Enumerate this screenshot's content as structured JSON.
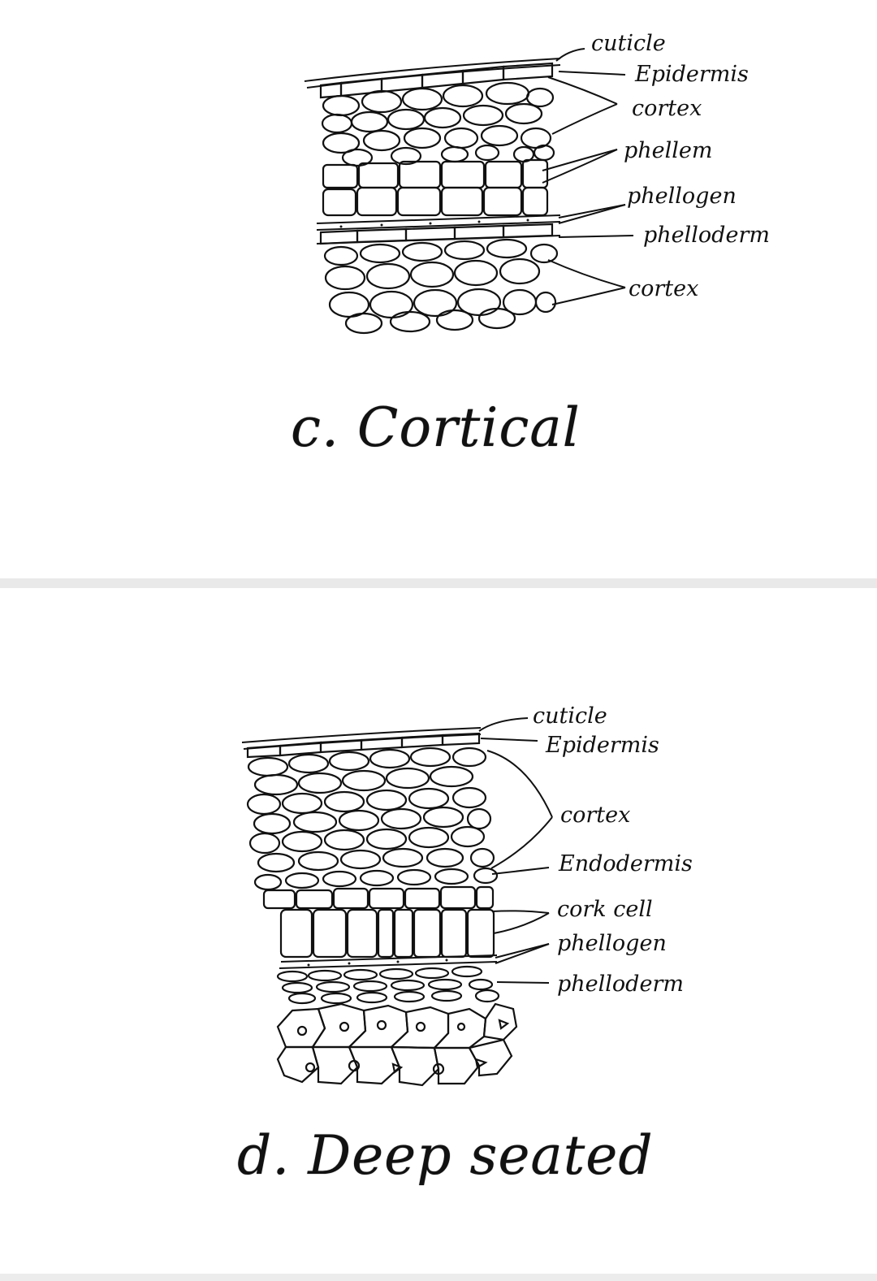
{
  "panels": [
    {
      "caption": "c. Cortical",
      "labels": {
        "cuticle": "cuticle",
        "epidermis": "Epidermis",
        "cortex_outer": "cortex",
        "phellem": "phellem",
        "phellogen": "phellogen",
        "phelloderm": "phelloderm",
        "cortex_inner": "cortex"
      }
    },
    {
      "caption": "d. Deep seated",
      "labels": {
        "cuticle": "cuticle",
        "epidermis": "Epidermis",
        "cortex": "cortex",
        "endodermis": "Endodermis",
        "cork_cell": "cork cell",
        "phellogen": "phellogen",
        "phelloderm": "phelloderm"
      }
    }
  ],
  "colors": {
    "ink": "#111111",
    "background": "#ffffff",
    "divider": "#e9e9e9"
  }
}
